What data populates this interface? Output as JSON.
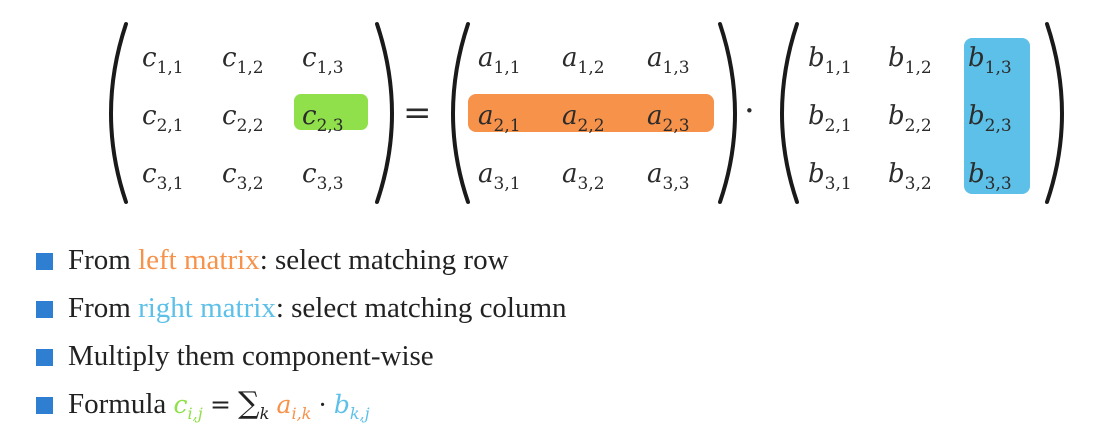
{
  "colors": {
    "orange": "#f7924a",
    "blue": "#5cc0e8",
    "green": "#8fe04a",
    "bullet": "#2e7fd1"
  },
  "matrices": {
    "C": {
      "letter": "c",
      "highlight": {
        "type": "cell",
        "row": 1,
        "col": 2,
        "color": "green"
      },
      "subscripts": [
        [
          "1,1",
          "1,2",
          "1,3"
        ],
        [
          "2,1",
          "2,2",
          "2,3"
        ],
        [
          "3,1",
          "3,2",
          "3,3"
        ]
      ]
    },
    "A": {
      "letter": "a",
      "highlight": {
        "type": "row",
        "row": 1,
        "color": "orange"
      },
      "subscripts": [
        [
          "1,1",
          "1,2",
          "1,3"
        ],
        [
          "2,1",
          "2,2",
          "2,3"
        ],
        [
          "3,1",
          "3,2",
          "3,3"
        ]
      ]
    },
    "B": {
      "letter": "b",
      "highlight": {
        "type": "column",
        "col": 2,
        "color": "blue"
      },
      "subscripts": [
        [
          "1,1",
          "1,2",
          "1,3"
        ],
        [
          "2,1",
          "2,2",
          "2,3"
        ],
        [
          "3,1",
          "3,2",
          "3,3"
        ]
      ]
    },
    "equals_sign": "=",
    "dot_sign": "·"
  },
  "bullets": [
    {
      "pre": "From ",
      "highlight": "left matrix",
      "highlight_color": "orange",
      "post": ": select matching row"
    },
    {
      "pre": "From ",
      "highlight": "right matrix",
      "highlight_color": "blue",
      "post": ": select matching column"
    },
    {
      "pre": "Multiply them component-wise",
      "highlight": "",
      "highlight_color": "",
      "post": ""
    }
  ],
  "formula": {
    "label": "Formula",
    "lhs_letter": "c",
    "lhs_sub": "i,j",
    "equals": "=",
    "sum_symbol": "∑",
    "sum_index": "k",
    "a_letter": "a",
    "a_sub": "i,k",
    "dot": "·",
    "b_letter": "b",
    "b_sub": "k,j"
  }
}
